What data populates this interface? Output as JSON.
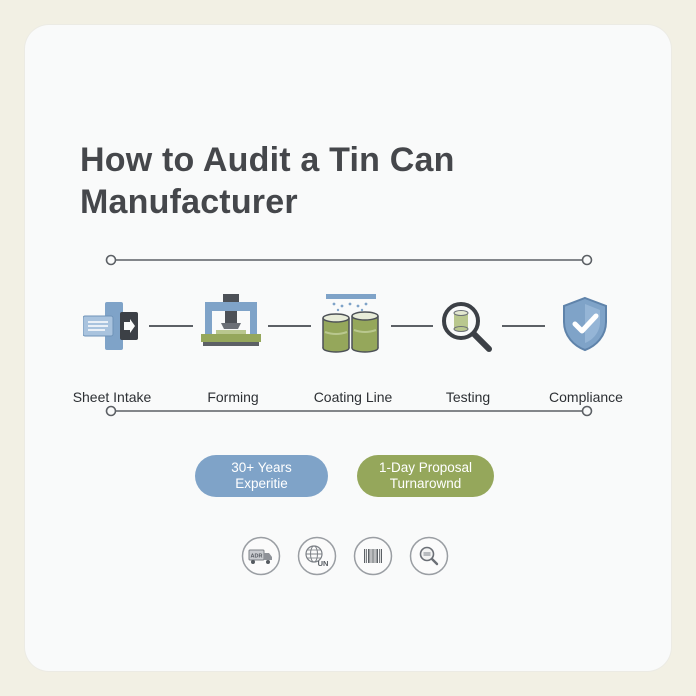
{
  "title": "How to Audit a Tin Can Manufacturer",
  "steps": [
    {
      "label": "Sheet Intake",
      "icon": "sheet-intake-icon"
    },
    {
      "label": "Forming",
      "icon": "forming-press-icon"
    },
    {
      "label": "Coating Line",
      "icon": "coating-cans-icon"
    },
    {
      "label": "Testing",
      "icon": "magnifier-can-icon"
    },
    {
      "label": "Compliance",
      "icon": "shield-check-icon"
    }
  ],
  "badges": {
    "years": {
      "line1": "30+ Years",
      "line2": "Experitie"
    },
    "turnaround": {
      "line1": "1-Day Proposal",
      "line2": "Turnarownd"
    }
  },
  "certifications": [
    {
      "icon": "truck-adr-icon",
      "text": "ADR"
    },
    {
      "icon": "globe-un-icon",
      "text": "UN"
    },
    {
      "icon": "barcode-icon",
      "text": ""
    },
    {
      "icon": "magnifier-badge-icon",
      "text": ""
    }
  ],
  "colors": {
    "title": "#45474b",
    "blue": "#7fa3c8",
    "green": "#95a75b",
    "line": "#5c6065",
    "card": "#f9fafa",
    "background": "#f2f0e4"
  }
}
